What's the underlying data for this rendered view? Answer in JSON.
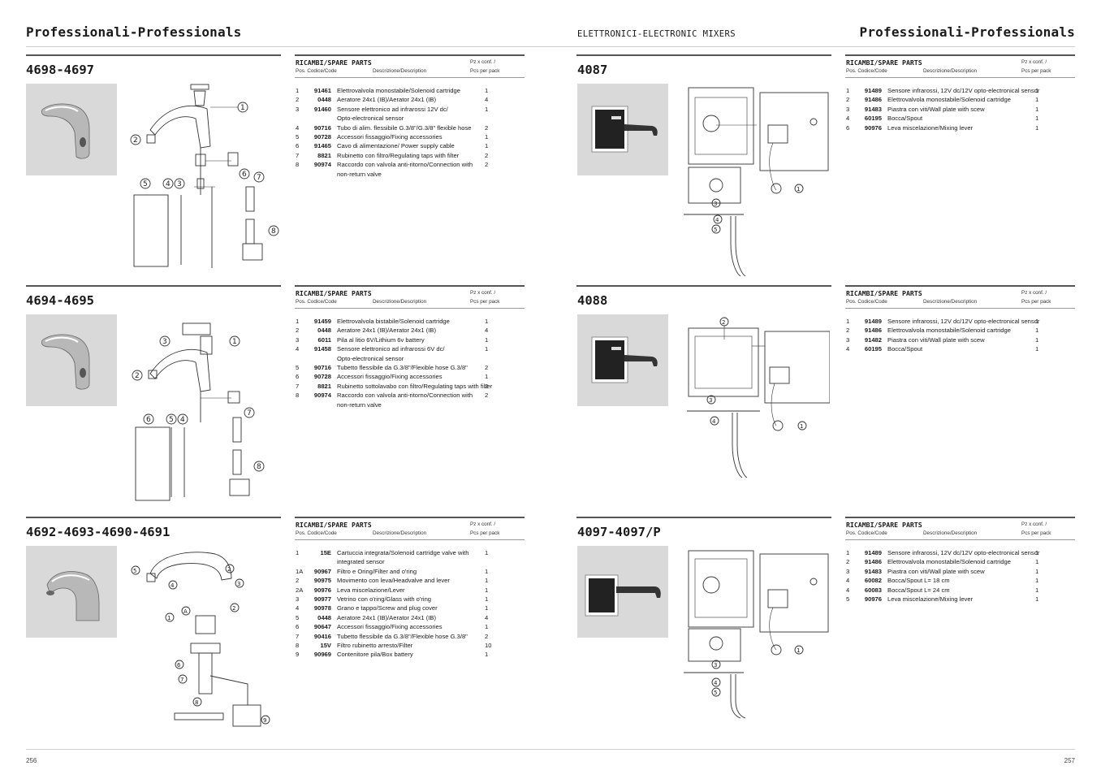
{
  "header": {
    "brand_left": "Professionali-Professionals",
    "category": "ELETTRONICI-ELECTRONIC MIXERS",
    "brand_right": "Professionali-Professionals"
  },
  "table_labels": {
    "title": "RICAMBI/SPARE PARTS",
    "pos_code": "Pos. Codice/Code",
    "description": "Descrizione/Description",
    "pz_conf": "Pz x conf. /",
    "pcs_per_pack": "Pcs per pack"
  },
  "products": [
    {
      "model": "4698-4697",
      "parts": [
        {
          "pos": "1",
          "code": "91461",
          "desc": [
            "Elettrovalvola monostabile/Solenoid cartridge"
          ],
          "qty": "1"
        },
        {
          "pos": "2",
          "code": "0448",
          "desc": [
            "Aeratore 24x1 (IB)/Aerator 24x1 (IB)"
          ],
          "qty": "4"
        },
        {
          "pos": "3",
          "code": "91460",
          "desc": [
            "Sensore elettronico ad infrarossi 12V dc/",
            "Opto-electronical sensor"
          ],
          "qty": "1"
        },
        {
          "pos": "4",
          "code": "90716",
          "desc": [
            "Tubo di alim. flessibile G.3/8\"/G.3/8\" flexible hose"
          ],
          "qty": "2"
        },
        {
          "pos": "5",
          "code": "90728",
          "desc": [
            "Accessori fissaggio/Fixing accessories"
          ],
          "qty": "1"
        },
        {
          "pos": "6",
          "code": "91465",
          "desc": [
            "Cavo di alimentazione/ Power supply cable"
          ],
          "qty": "1"
        },
        {
          "pos": "7",
          "code": "8821",
          "desc": [
            "Rubinetto con filtro/Regulating taps with filter"
          ],
          "qty": "2"
        },
        {
          "pos": "8",
          "code": "90974",
          "desc": [
            "Raccordo con valvola anti-ritorno/Connection with",
            "non-return valve"
          ],
          "qty": "2"
        }
      ]
    },
    {
      "model": "4694-4695",
      "parts": [
        {
          "pos": "1",
          "code": "91459",
          "desc": [
            "Elettrovalvola bistabile/Solenoid cartridge"
          ],
          "qty": "1"
        },
        {
          "pos": "2",
          "code": "0448",
          "desc": [
            "Aeratore 24x1 (IB)/Aerator 24x1 (IB)"
          ],
          "qty": "4"
        },
        {
          "pos": "3",
          "code": "6011",
          "desc": [
            "Pila al litio 6V/Lithium 6v battery"
          ],
          "qty": "1"
        },
        {
          "pos": "4",
          "code": "91458",
          "desc": [
            "Sensore elettronico ad infrarossi 6V dc/",
            "Opto-electronical sensor"
          ],
          "qty": "1"
        },
        {
          "pos": "5",
          "code": "90716",
          "desc": [
            "Tubetto flessibile da G.3/8\"/Flexible hose G.3/8\""
          ],
          "qty": "2"
        },
        {
          "pos": "6",
          "code": "90728",
          "desc": [
            "Accessori fissaggio/Fixing accessories"
          ],
          "qty": "1"
        },
        {
          "pos": "7",
          "code": "8821",
          "desc": [
            "Rubinetto sottolavabo con filtro/Regulating taps with filter"
          ],
          "qty": "2"
        },
        {
          "pos": "8",
          "code": "90974",
          "desc": [
            "Raccordo con valvola anti-ritorno/Connection with",
            "non-return valve"
          ],
          "qty": "2"
        }
      ]
    },
    {
      "model": "4692-4693-4690-4691",
      "parts": [
        {
          "pos": "1",
          "code": "15E",
          "desc": [
            "Cartuccia integrata/Solenoid cartridge valve with",
            "integrated sensor"
          ],
          "qty": "1"
        },
        {
          "pos": "1A",
          "code": "90967",
          "desc": [
            "Filtro e Oring/Filter and o'ring"
          ],
          "qty": "1"
        },
        {
          "pos": "2",
          "code": "90975",
          "desc": [
            "Movimento con leva/Headvalve and lever"
          ],
          "qty": "1"
        },
        {
          "pos": "2A",
          "code": "90976",
          "desc": [
            "Leva miscelazione/Lever"
          ],
          "qty": "1"
        },
        {
          "pos": "3",
          "code": "90977",
          "desc": [
            "Vetrino con o'ring/Glass with o'ring"
          ],
          "qty": "1"
        },
        {
          "pos": "4",
          "code": "90978",
          "desc": [
            "Grano e tappo/Screw and plug cover"
          ],
          "qty": "1"
        },
        {
          "pos": "5",
          "code": "0448",
          "desc": [
            "Aeratore 24x1 (IB)/Aerator 24x1 (IB)"
          ],
          "qty": "4"
        },
        {
          "pos": "6",
          "code": "90647",
          "desc": [
            "Accessori fissaggio/Fixing accessories"
          ],
          "qty": "1"
        },
        {
          "pos": "7",
          "code": "90416",
          "desc": [
            "Tubetto flessibile da G.3/8\"/Flexible hose G.3/8\""
          ],
          "qty": "2"
        },
        {
          "pos": "8",
          "code": "15V",
          "desc": [
            "Filtro rubinetto arresto/Filter"
          ],
          "qty": "10"
        },
        {
          "pos": "9",
          "code": "90969",
          "desc": [
            "Contenitore pila/Box battery"
          ],
          "qty": "1"
        }
      ]
    },
    {
      "model": "4087",
      "parts": [
        {
          "pos": "1",
          "code": "91489",
          "desc": [
            "Sensore infrarossi, 12V dc/12V opto-electronical sensor"
          ],
          "qty": "1"
        },
        {
          "pos": "2",
          "code": "91486",
          "desc": [
            "Elettrovalvola monostabile/Solenoid cartridge"
          ],
          "qty": "1"
        },
        {
          "pos": "3",
          "code": "91483",
          "desc": [
            "Piastra con viti/Wall plate with scew"
          ],
          "qty": "1"
        },
        {
          "pos": "4",
          "code": "60195",
          "desc": [
            "Bocca/Spout"
          ],
          "qty": "1"
        },
        {
          "pos": "6",
          "code": "90976",
          "desc": [
            "Leva miscelazione/Mixing lever"
          ],
          "qty": "1"
        }
      ]
    },
    {
      "model": "4088",
      "parts": [
        {
          "pos": "1",
          "code": "91489",
          "desc": [
            "Sensore infrarossi, 12V dc/12V opto-electronical sensor"
          ],
          "qty": "1"
        },
        {
          "pos": "2",
          "code": "91486",
          "desc": [
            "Elettrovalvola monostabile/Solenoid cartridge"
          ],
          "qty": "1"
        },
        {
          "pos": "3",
          "code": "91482",
          "desc": [
            "Piastra con viti/Wall plate with scew"
          ],
          "qty": "1"
        },
        {
          "pos": "4",
          "code": "60195",
          "desc": [
            "Bocca/Spout"
          ],
          "qty": "1"
        }
      ]
    },
    {
      "model": "4097-4097/P",
      "parts": [
        {
          "pos": "1",
          "code": "91489",
          "desc": [
            "Sensore infrarossi, 12V dc/12V opto-electronical sensor"
          ],
          "qty": "1"
        },
        {
          "pos": "2",
          "code": "91486",
          "desc": [
            "Elettrovalvola monostabile/Solenoid cartridge"
          ],
          "qty": "1"
        },
        {
          "pos": "3",
          "code": "91483",
          "desc": [
            "Piastra con viti/Wall plate with scew"
          ],
          "qty": "1"
        },
        {
          "pos": "4",
          "code": "60082",
          "desc": [
            "Bocca/Spout L= 18 cm"
          ],
          "qty": "1"
        },
        {
          "pos": "4",
          "code": "60083",
          "desc": [
            "Bocca/Spout L= 24 cm"
          ],
          "qty": "1"
        },
        {
          "pos": "5",
          "code": "90976",
          "desc": [
            "Leva miscelazione/Mixing lever"
          ],
          "qty": "1"
        }
      ]
    }
  ],
  "footer": {
    "page_left": "256",
    "page_right": "257"
  }
}
